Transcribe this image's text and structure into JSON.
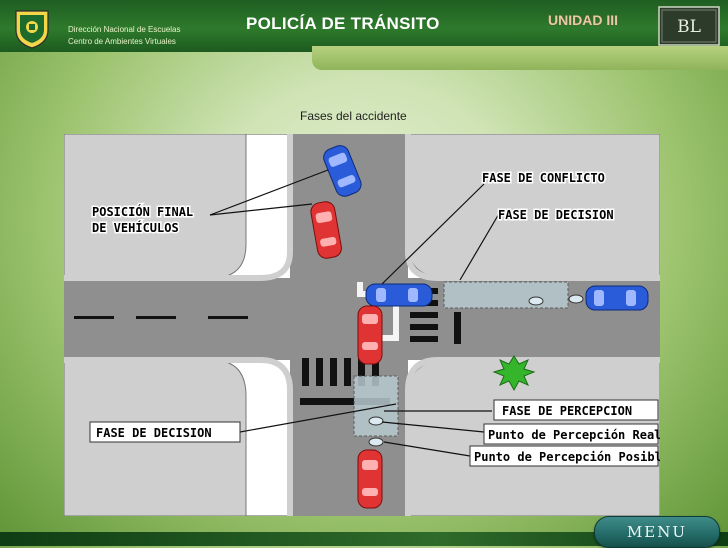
{
  "header": {
    "org_line1": "Dirección Nacional de Escuelas",
    "org_line2": "Centro de Ambientes Virtuales",
    "title": "POLICÍA DE TRÁNSITO",
    "unit": "UNIDAD III",
    "brand_logo_text": "BL"
  },
  "slide": {
    "subtitle": "Fases del accidente"
  },
  "diagram": {
    "labels": {
      "final_position_1": "POSICIÓN FINAL",
      "final_position_2": "DE VEHÍCULOS",
      "conflict_phase": "FASE DE CONFLICTO",
      "decision_phase_top": "FASE DE DECISION",
      "decision_phase_left": "FASE DE DECISION",
      "perception_phase": "FASE DE PERCEPCION",
      "real_perception_point": "Punto de Percepción Real",
      "possible_perception_point": "Punto de Percepción Posible"
    }
  },
  "footer": {
    "menu_label": "MENU"
  },
  "colors": {
    "header_green": "#2e7a2c",
    "road_gray": "#8f8f8f",
    "car_blue": "#2a5bd8",
    "car_red": "#e03434",
    "impact_green": "#35b52b"
  }
}
